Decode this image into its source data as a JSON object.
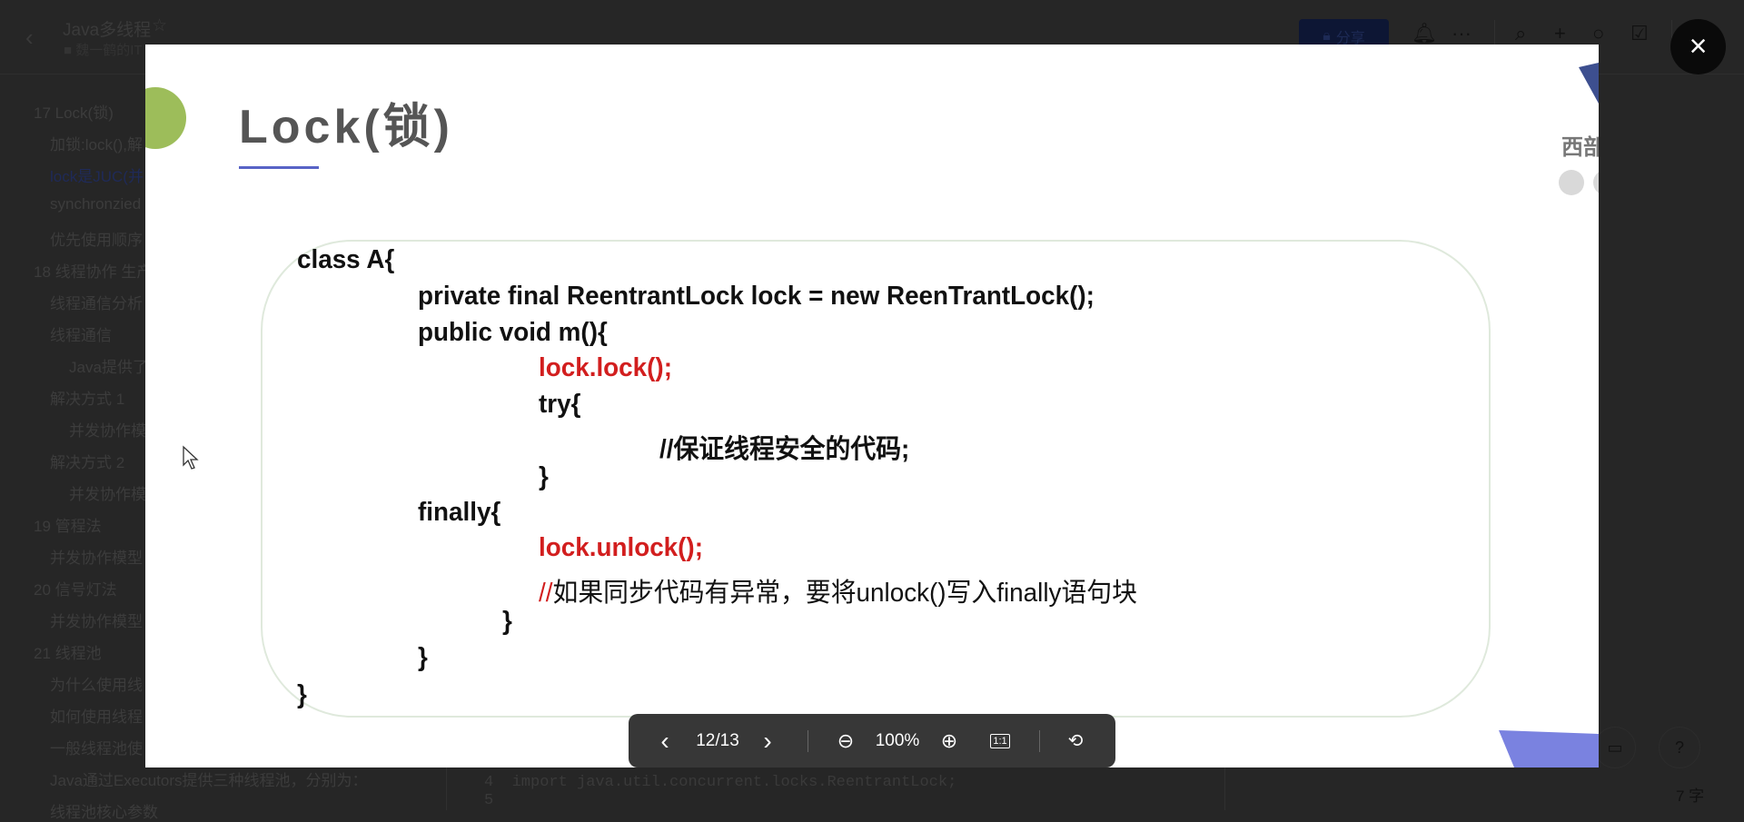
{
  "header": {
    "doc_title": "Java多线程",
    "breadcrumb": "魏一鹤的IT",
    "share_label": "分享"
  },
  "sidebar": {
    "items": [
      {
        "label": "17 Lock(锁)",
        "level": 1
      },
      {
        "label": "加锁:lock(),解",
        "level": 2
      },
      {
        "label": "lock是JUC(并",
        "level": 2,
        "active": true
      },
      {
        "label": "synchronzied",
        "level": 2
      },
      {
        "label": "优先使用顺序",
        "level": 2
      },
      {
        "label": "18 线程协作 生产",
        "level": 1
      },
      {
        "label": "线程通信分析",
        "level": 2
      },
      {
        "label": "线程通信",
        "level": 2
      },
      {
        "label": "Java提供了",
        "level": 3
      },
      {
        "label": "解决方式 1",
        "level": 2
      },
      {
        "label": "并发协作模",
        "level": 3
      },
      {
        "label": "解决方式 2",
        "level": 2
      },
      {
        "label": "并发协作模",
        "level": 3
      },
      {
        "label": "19 管程法",
        "level": 1
      },
      {
        "label": "并发协作模型",
        "level": 2
      },
      {
        "label": "20 信号灯法",
        "level": 1
      },
      {
        "label": "并发协作模型",
        "level": 2
      },
      {
        "label": "21 线程池",
        "level": 1
      },
      {
        "label": "为什么使用线",
        "level": 2
      },
      {
        "label": "如何使用线程",
        "level": 2
      },
      {
        "label": "一般线程池使",
        "level": 2
      },
      {
        "label": "Java通过Executors提供三种线程池，分别为：",
        "level": 2
      },
      {
        "label": "线程池核心参数",
        "level": 2
      }
    ]
  },
  "editor": {
    "lines": [
      {
        "num": "4",
        "code": "import java.util.concurrent.locks.ReentrantLock;"
      },
      {
        "num": "5",
        "code": ""
      }
    ],
    "word_count": "7 字"
  },
  "slide": {
    "title": "Lock(锁)",
    "logo_text": "西部",
    "code_lines": [
      "class A{",
      "private final ReentrantLock lock = new ReenTrantLock();",
      "public void m(){",
      "lock.lock();",
      "try{",
      "//保证线程安全的代码;",
      "}",
      "finally{",
      "lock.unlock();",
      "//",
      "如果同步代码有异常，要将unlock()写入finally语句块",
      "}",
      "}",
      "}"
    ]
  },
  "viewer": {
    "page_indicator": "12/13",
    "zoom_level": "100%",
    "actual_size_label": "1:1"
  },
  "colors": {
    "code_highlight": "#d21e1e",
    "accent_green": "#9dbd5a",
    "accent_blue": "#5863c6"
  }
}
